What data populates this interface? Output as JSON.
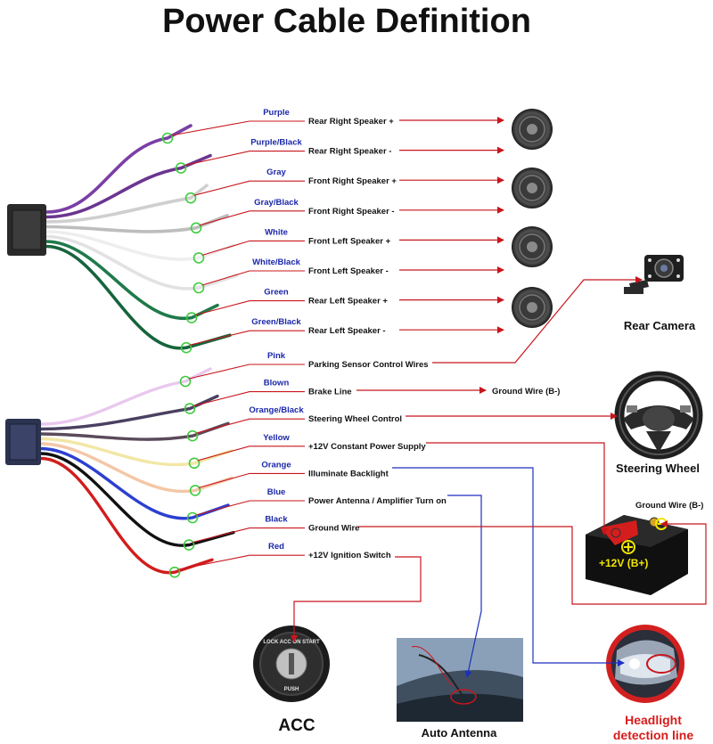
{
  "title": "Power Cable Definition",
  "top_harness": [
    {
      "color_name": "Purple",
      "function": "Rear Right Speaker +",
      "wire_color": "#7a3fa5"
    },
    {
      "color_name": "Purple/Black",
      "function": "Rear Right Speaker -",
      "wire_color": "#6b3590"
    },
    {
      "color_name": "Gray",
      "function": "Front Right Speaker +",
      "wire_color": "#cfcfcf"
    },
    {
      "color_name": "Gray/Black",
      "function": "Front Right Speaker -",
      "wire_color": "#bdbdbd"
    },
    {
      "color_name": "White",
      "function": "Front Left Speaker +",
      "wire_color": "#eeeeee"
    },
    {
      "color_name": "White/Black",
      "function": "Front Left Speaker -",
      "wire_color": "#e2e2e2"
    },
    {
      "color_name": "Green",
      "function": "Rear Left Speaker +",
      "wire_color": "#1f7a4a"
    },
    {
      "color_name": "Green/Black",
      "function": "Rear Left Speaker -",
      "wire_color": "#17643c"
    }
  ],
  "bottom_harness": [
    {
      "color_name": "Pink",
      "function": "Parking Sensor Control Wires",
      "wire_color": "#e9c8ee"
    },
    {
      "color_name": "Blown",
      "function": "Brake Line",
      "wire_color": "#4a4060"
    },
    {
      "color_name": "Orange/Black",
      "function": "Steering Wheel Control",
      "wire_color": "#5a4a5a"
    },
    {
      "color_name": "Yellow",
      "function": "+12V Constant Power Supply",
      "wire_color": "#f2e7a6"
    },
    {
      "color_name": "Orange",
      "function": "Illuminate Backlight",
      "wire_color": "#f4c7a6"
    },
    {
      "color_name": "Blue",
      "function": "Power Antenna / Amplifier Turn on",
      "wire_color": "#2c3fd0"
    },
    {
      "color_name": "Black",
      "function": "Ground Wire",
      "wire_color": "#111111"
    },
    {
      "color_name": "Red",
      "function": "+12V  Ignition Switch",
      "wire_color": "#d11d1d"
    }
  ],
  "devices": {
    "rear_camera": "Rear Camera",
    "steering_wheel": "Steering Wheel",
    "brake_ground": "Ground Wire (B-)",
    "battery_ground": "Ground Wire (B-)",
    "battery_label": "+12V  (B+)",
    "acc": "ACC",
    "auto_antenna": "Auto Antenna",
    "headlight_line1": "Headlight",
    "headlight_line2": "detection line",
    "ignition_ring_text": "LOCK  ACC  ON  START",
    "ignition_push_text": "PUSH"
  },
  "colors": {
    "wire_label": "#1a27a8",
    "connector_line": "#c8161d",
    "backlight_line": "#1d2fbf",
    "marker_circle": "#3fcc3f",
    "headlight_label": "#d81b1b"
  }
}
